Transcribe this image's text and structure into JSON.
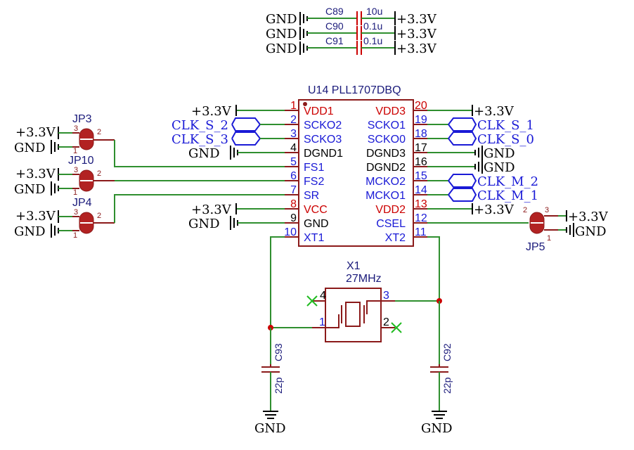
{
  "chip": {
    "title": "U14 PLL1707DBQ",
    "left_pins": [
      {
        "num": "1",
        "name": "VDD1",
        "color": "#cc0000"
      },
      {
        "num": "2",
        "name": "SCKO2",
        "color": "#1a1ad6"
      },
      {
        "num": "3",
        "name": "SCKO3",
        "color": "#1a1ad6"
      },
      {
        "num": "4",
        "name": "DGND1",
        "color": "#000000"
      },
      {
        "num": "5",
        "name": "FS1",
        "color": "#1a1ad6"
      },
      {
        "num": "6",
        "name": "FS2",
        "color": "#1a1ad6"
      },
      {
        "num": "7",
        "name": "SR",
        "color": "#1a1ad6"
      },
      {
        "num": "8",
        "name": "VCC",
        "color": "#cc0000"
      },
      {
        "num": "9",
        "name": "GND",
        "color": "#000000"
      },
      {
        "num": "10",
        "name": "XT1",
        "color": "#1a1ad6"
      }
    ],
    "right_pins": [
      {
        "num": "20",
        "name": "VDD3",
        "color": "#cc0000"
      },
      {
        "num": "19",
        "name": "SCKO1",
        "color": "#1a1ad6"
      },
      {
        "num": "18",
        "name": "SCKO0",
        "color": "#1a1ad6"
      },
      {
        "num": "17",
        "name": "DGND3",
        "color": "#000000"
      },
      {
        "num": "16",
        "name": "DGND2",
        "color": "#000000"
      },
      {
        "num": "15",
        "name": "MCKO2",
        "color": "#1a1ad6"
      },
      {
        "num": "14",
        "name": "MCKO1",
        "color": "#1a1ad6"
      },
      {
        "num": "13",
        "name": "VDD2",
        "color": "#cc0000"
      },
      {
        "num": "12",
        "name": "CSEL",
        "color": "#1a1ad6"
      },
      {
        "num": "11",
        "name": "XT2",
        "color": "#1a1ad6"
      }
    ]
  },
  "left_nets": [
    "+3.3V",
    "CLK_S_2",
    "CLK_S_3",
    "GND",
    "",
    "",
    "",
    "",
    "+3.3V",
    "GND"
  ],
  "right_nets": [
    "+3.3V",
    "CLK_S_1",
    "CLK_S_0",
    "GND",
    "GND",
    "CLK_M_2",
    "CLK_M_1",
    "+3.3V",
    "",
    ""
  ],
  "decoupling": [
    {
      "ref": "C89",
      "value": "10u",
      "gnd": "GND",
      "pwr": "+3.3V"
    },
    {
      "ref": "C90",
      "value": "0.1u",
      "gnd": "GND",
      "pwr": "+3.3V"
    },
    {
      "ref": "C91",
      "value": "0.1u",
      "gnd": "GND",
      "pwr": "+3.3V"
    }
  ],
  "jumpers": [
    {
      "ref": "JP3",
      "pwr": "+3.3V",
      "gnd": "GND",
      "pins": [
        "3",
        "2",
        "1"
      ]
    },
    {
      "ref": "JP10",
      "pwr": "+3.3V",
      "gnd": "GND",
      "pins": [
        "3",
        "2",
        "1"
      ]
    },
    {
      "ref": "JP4",
      "pwr": "+3.3V",
      "gnd": "GND",
      "pins": [
        "3",
        "2",
        "1"
      ]
    },
    {
      "ref": "JP5",
      "pwr": "+3.3V",
      "gnd": "GND",
      "pins": [
        "2",
        "3",
        "1"
      ]
    }
  ],
  "crystal": {
    "ref": "X1",
    "value": "27MHz",
    "pins": [
      "4",
      "1",
      "3",
      "2"
    ]
  },
  "load_caps": [
    {
      "ref": "C93",
      "value": "22p",
      "gnd": "GND"
    },
    {
      "ref": "C92",
      "value": "22p",
      "gnd": "GND"
    }
  ]
}
